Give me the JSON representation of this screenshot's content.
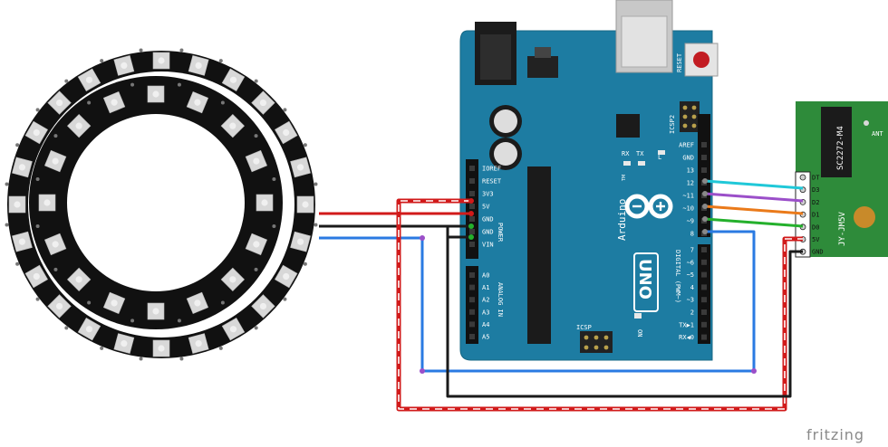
{
  "uno": {
    "reset_label": "RESET",
    "icsp2_label": "ICSP2",
    "icsp_label": "ICSP",
    "rx_label": "RX",
    "tx_label": "TX",
    "l_label": "L",
    "on_label": "ON",
    "brand_label": "Arduino",
    "tm_label": "TM",
    "uno_label": "UNO",
    "digital_label": "DIGITAL (PWM~)",
    "power_label": "POWER",
    "analog_label": "ANALOG IN",
    "power_pins": [
      "IOREF",
      "RESET",
      "3V3",
      "5V",
      "GND",
      "GND",
      "VIN"
    ],
    "analog_pins": [
      "A0",
      "A1",
      "A2",
      "A3",
      "A4",
      "A5"
    ],
    "digital_top_pins": [
      "AREF",
      "GND",
      "13",
      "12",
      "~11",
      "~10",
      "~9",
      "8"
    ],
    "digital_bottom_pins": [
      "7",
      "~6",
      "~5",
      "4",
      "~3",
      "2",
      "TX▶1",
      "RX◀0"
    ]
  },
  "rf": {
    "chip_label": "SC2272-M4",
    "ant_label": "ANT",
    "model_label": "JY-JM5V",
    "pins": [
      "DT",
      "D3",
      "D2",
      "D1",
      "D0",
      "5V",
      "GND"
    ]
  },
  "footer": {
    "brand": "fritzing"
  },
  "colors": {
    "board": "#1d7ca2",
    "ring": "#111111",
    "led": "#d8d8d8",
    "wire_red": "#d11a1a",
    "wire_black": "#1a1a1a",
    "wire_blue": "#2a7ae2",
    "wire_cyan": "#20c8d8",
    "wire_purple": "#9b4fc9",
    "wire_orange": "#ea7a1a",
    "wire_green": "#24b02c",
    "rf_board": "#2e8b3a"
  }
}
